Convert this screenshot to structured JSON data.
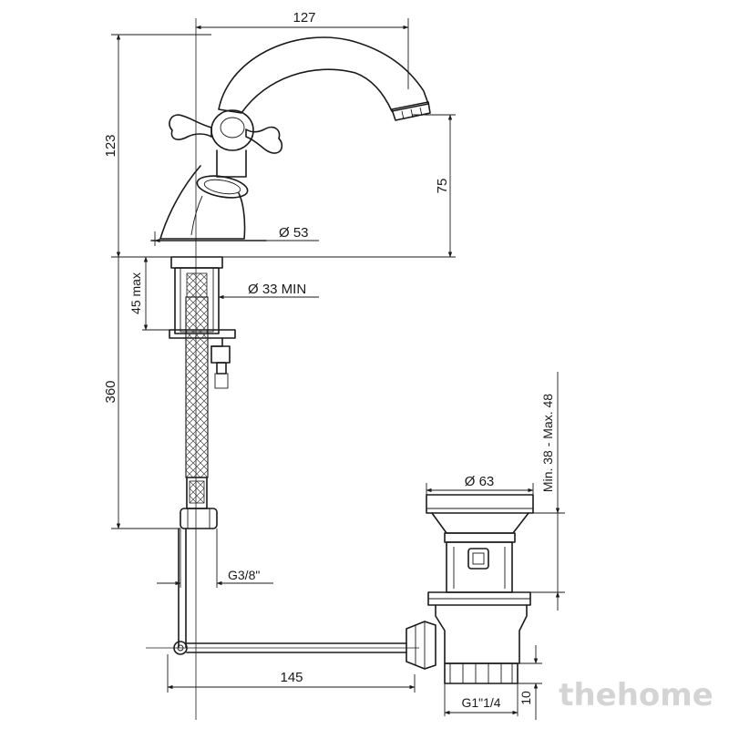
{
  "dimensions": {
    "width_top": "127",
    "height_total": "123",
    "spout_height": "75",
    "base_diameter": "Ø 53",
    "hole_diameter": "Ø 33 MIN",
    "max_thickness": "45 max",
    "hose_length": "360",
    "drain_diameter": "Ø 63",
    "drain_range": "Min. 38 - Max. 48",
    "thread_hose": "G3/8\"",
    "rod_length": "145",
    "thread_drain": "G1\"1/4",
    "drain_height": "10"
  },
  "watermark": "thehome"
}
